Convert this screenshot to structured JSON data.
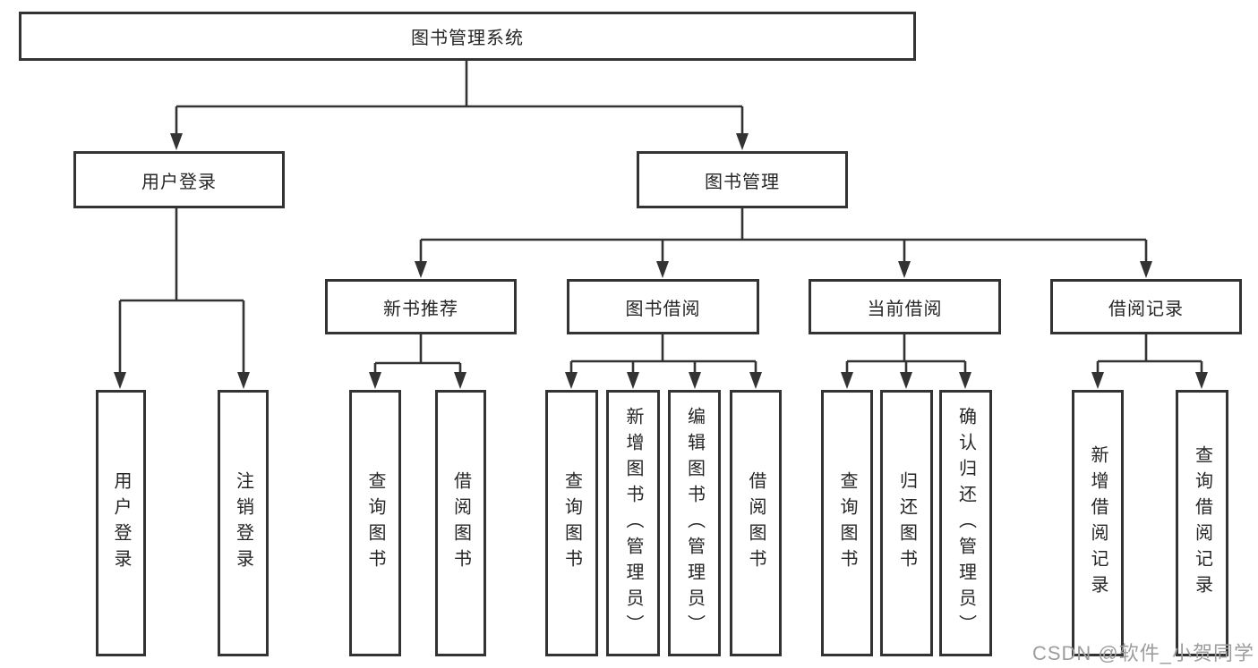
{
  "diagram_title": "图书管理系统",
  "nodes": {
    "root": {
      "label": "图书管理系统"
    },
    "level2": [
      {
        "id": "user-login",
        "label": "用户登录"
      },
      {
        "id": "book-management",
        "label": "图书管理"
      }
    ],
    "level3": [
      {
        "id": "new-book-recommend",
        "parent": "图书管理",
        "label": "新书推荐"
      },
      {
        "id": "book-borrowing",
        "parent": "图书管理",
        "label": "图书借阅"
      },
      {
        "id": "current-borrowing",
        "parent": "图书管理",
        "label": "当前借阅"
      },
      {
        "id": "borrowing-records",
        "parent": "图书管理",
        "label": "借阅记录"
      }
    ],
    "leaves": [
      {
        "parent": "用户登录",
        "label": "用户登录"
      },
      {
        "parent": "用户登录",
        "label": "注销登录"
      },
      {
        "parent": "新书推荐",
        "label": "查询图书"
      },
      {
        "parent": "新书推荐",
        "label": "借阅图书"
      },
      {
        "parent": "图书借阅",
        "label": "查询图书"
      },
      {
        "parent": "图书借阅",
        "label": "新增图书（管理员）"
      },
      {
        "parent": "图书借阅",
        "label": "编辑图书（管理员）"
      },
      {
        "parent": "图书借阅",
        "label": "借阅图书"
      },
      {
        "parent": "当前借阅",
        "label": "查询图书"
      },
      {
        "parent": "当前借阅",
        "label": "归还图书"
      },
      {
        "parent": "当前借阅",
        "label": "确认归还（管理员）"
      },
      {
        "parent": "借阅记录",
        "label": "新增借阅记录"
      },
      {
        "parent": "借阅记录",
        "label": "查询借阅记录"
      }
    ]
  },
  "watermark": "CSDN @软件_小贺同学",
  "colors": {
    "line": "#333333",
    "box_border": "#333333",
    "box_fill": "#ffffff",
    "text": "#262626",
    "watermark": "#9d9d9d",
    "background": "#ffffff"
  }
}
